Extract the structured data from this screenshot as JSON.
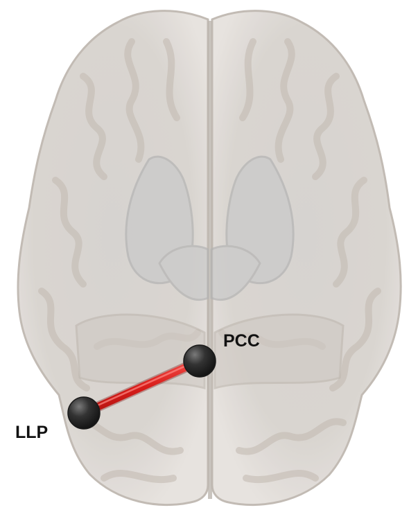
{
  "nodes": [
    {
      "id": "pcc",
      "label": "PCC"
    },
    {
      "id": "llp",
      "label": "LLP"
    }
  ],
  "edges": [
    {
      "from": "llp",
      "to": "pcc"
    }
  ],
  "colors": {
    "background": "#ffffff",
    "brain_fill": "#d9d5d1",
    "brain_outline": "#b9b2ab",
    "edge": "#e0221f",
    "node": "#2b2b2b",
    "label": "#111111"
  },
  "icons": {
    "brain": "brain-axial-glass-render"
  }
}
